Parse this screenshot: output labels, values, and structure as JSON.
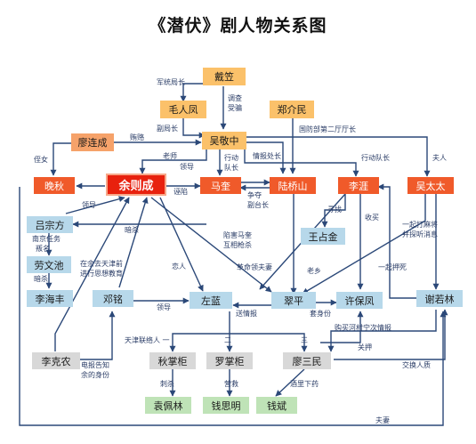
{
  "title": "《潜伏》剧人物关系图",
  "nodes": {
    "daili": "戴笠",
    "maorenfeng": "毛人凤",
    "zhengjiemin": "郑介民",
    "liaolianhe": "廖连成",
    "wujingzhong": "吴敬中",
    "wanqiu": "晚秋",
    "yuzecheng": "余则成",
    "makui": "马奎",
    "luqiaoshan": "陆桥山",
    "liya": "李涯",
    "wutaitai": "吴太太",
    "lvzongfang": "吕宗方",
    "wangzhanjin": "王占金",
    "laowenchi": "劳文池",
    "lihaifeng": "李海丰",
    "dengming": "邓铭",
    "zuolan": "左蓝",
    "cuiping": "翠平",
    "xubaofeng": "许保凤",
    "xieruolin": "谢若林",
    "likenong": "李克农",
    "qiuzhanggui": "秋掌柜",
    "luozhanggui": "罗掌柜",
    "liaosanmin": "廖三民",
    "yuanpeilin": "袁佩林",
    "qiansiming": "钱思明",
    "qianbin": "钱斌"
  },
  "labels": {
    "junjuzhang": "军统局长",
    "diaocha": "调查",
    "shoupian": "受骗",
    "fujuzhang": "副局长",
    "guofangbu": "国防部第二厅厅长",
    "ganghua": "贿赂",
    "renv": "侄女",
    "laoshi": "老师",
    "lingdao": "领导",
    "xingdong1": "行动",
    "duizhang1": "队长",
    "qingbao": "情报处长",
    "xingdongduizhang": "行动队长",
    "furen": "夫人",
    "lingdao2": "领导",
    "zhengxian": "诬陷",
    "zhengduo": "争夺",
    "fu_tai": "副台长",
    "xunzhao": "寻找",
    "nanjingrenwu": "南京任务",
    "panming": "叛名",
    "ansha1": "暗杀",
    "xianhai": "陷害马奎",
    "huxiang": "互相枪杀",
    "shougou": "收买",
    "yiqidama": "一起打麻将",
    "bingtanting": "并探听消息",
    "ansha2": "暗杀",
    "tianjin_qian": "在余去天津前",
    "tianjin_jiaoyu": "进行思想教育",
    "lianren": "恋人",
    "geming": "革命领夫妻",
    "laoxiang": "老乡",
    "taopei": "套身份",
    "yiqipengsi": "一起押死",
    "lingdao3": "领导",
    "songqingbao": "送情报",
    "goumai": "购买河村宁次情报",
    "dianbao": "电报告知",
    "yudeshenfen": "余的身份",
    "tianjin_lianluo": "天津联络人 一",
    "er": "二",
    "san": "三",
    "guanya": "关押",
    "jiaohuanrenzhi": "交换人质",
    "cisha": "刺杀",
    "yingjiu": "营救",
    "jiuli": "酒里下药",
    "fuqi": "夫妻"
  },
  "colors": {
    "orange": "#fbc16a",
    "red": "#f05a2a",
    "main": "#e8210e",
    "blue": "#b7d8ea",
    "green": "#bfe3b7",
    "gray": "#d8d8d8",
    "edge": "#2b4878"
  }
}
